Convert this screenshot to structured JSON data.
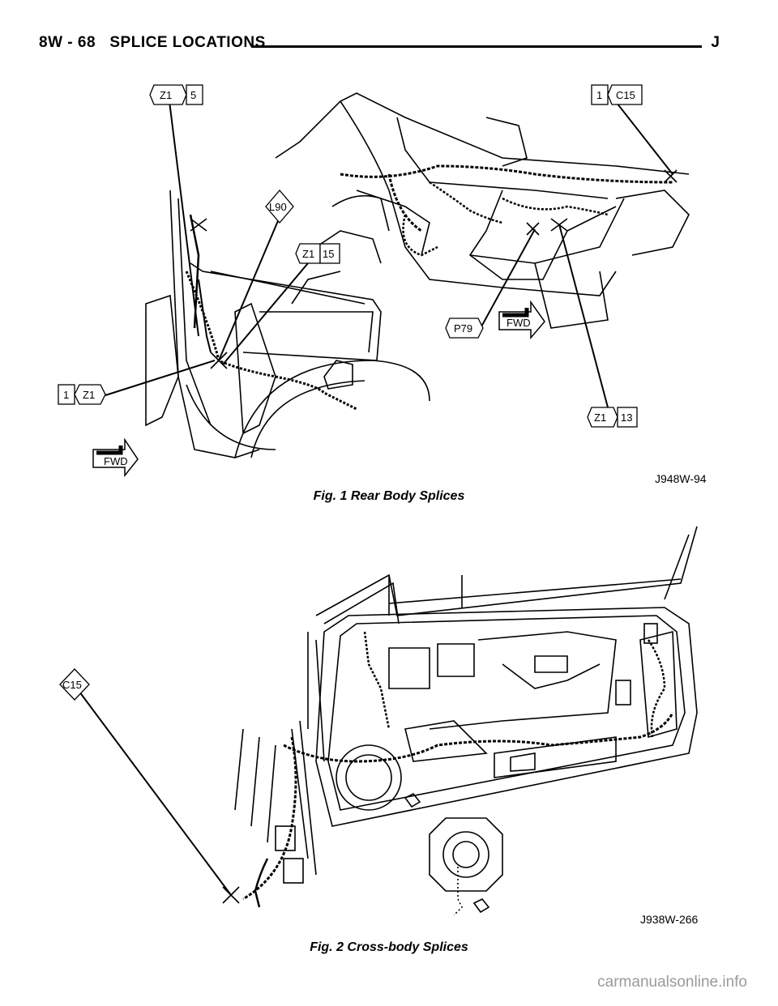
{
  "header": {
    "section": "8W - 68",
    "title": "SPLICE LOCATIONS",
    "right_marker": "J"
  },
  "figure1": {
    "labels": {
      "z1_5_left": "Z1",
      "z1_5_right": "5",
      "c15_left": "1",
      "c15_right": "C15",
      "l90": "L90",
      "z1_15_left": "Z1",
      "z1_15_right": "15",
      "p79": "P79",
      "z1_13_left": "Z1",
      "z1_13_right": "13",
      "one_z1_left": "1",
      "one_z1_right": "Z1",
      "fwd_top": "FWD",
      "fwd_bottom": "FWD"
    },
    "code": "J948W-94",
    "caption": "Fig. 1 Rear Body Splices"
  },
  "figure2": {
    "labels": {
      "c15": "C15"
    },
    "code": "J938W-266",
    "caption": "Fig. 2 Cross-body Splices"
  },
  "watermark": "carmanualsonline.info"
}
